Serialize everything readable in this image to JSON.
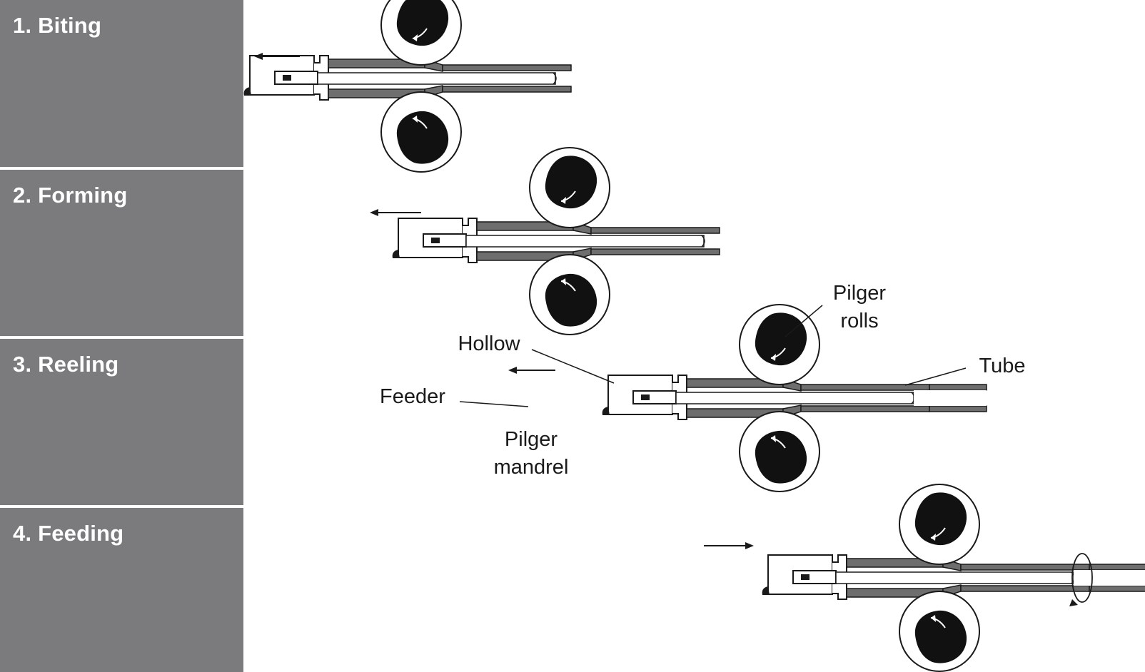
{
  "steps": [
    {
      "label": "1. Biting"
    },
    {
      "label": "2. Forming"
    },
    {
      "label": "3. Reeling"
    },
    {
      "label": "4. Feeding"
    }
  ],
  "annotations": {
    "pilger_rolls_line1": "Pilger",
    "pilger_rolls_line2": "rolls",
    "hollow": "Hollow",
    "tube": "Tube",
    "feeder": "Feeder",
    "pilger_mandrel_line1": "Pilger",
    "pilger_mandrel_line2": "mandrel"
  },
  "colors": {
    "panel": "#7b7b7d",
    "ink": "#1a1a1a",
    "tube_wall": "#6e6e6e"
  }
}
